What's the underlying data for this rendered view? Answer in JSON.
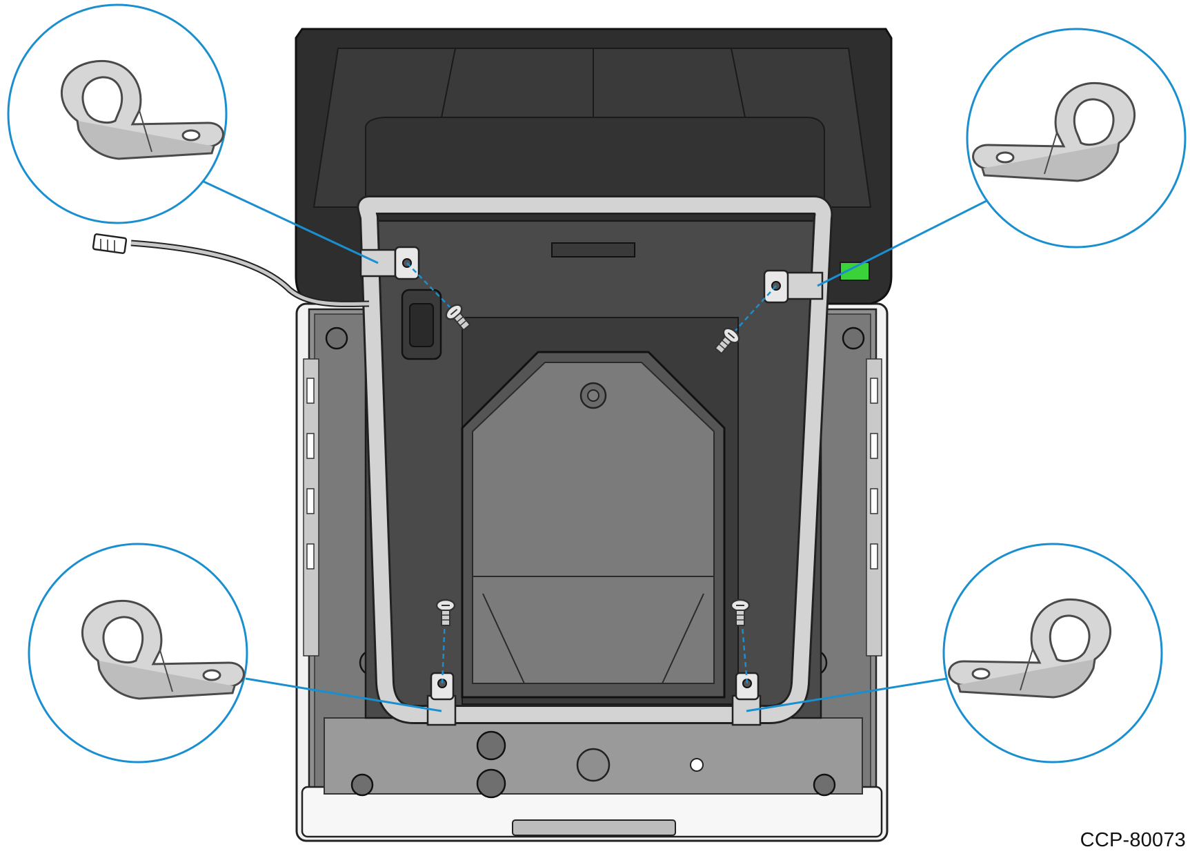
{
  "figure": {
    "id_label": "CCP-80073"
  },
  "colors": {
    "callout_line": "#1a8fd0",
    "device_housing_dark": "#333333",
    "device_body_gray": "#8c8c8c",
    "bracket_light": "#d3d3d3",
    "status_led": "#3ad13a"
  },
  "callouts": [
    {
      "name": "clamp-callout-top-left",
      "shows": "cable-clamp",
      "orientation": "loop-left"
    },
    {
      "name": "clamp-callout-top-right",
      "shows": "cable-clamp",
      "orientation": "loop-right"
    },
    {
      "name": "clamp-callout-bottom-left",
      "shows": "cable-clamp",
      "orientation": "loop-left"
    },
    {
      "name": "clamp-callout-bottom-right",
      "shows": "cable-clamp",
      "orientation": "loop-right"
    }
  ],
  "icons": [
    "cable-clamp-icon",
    "screw-icon",
    "rj45-connector-icon",
    "status-led-icon"
  ]
}
